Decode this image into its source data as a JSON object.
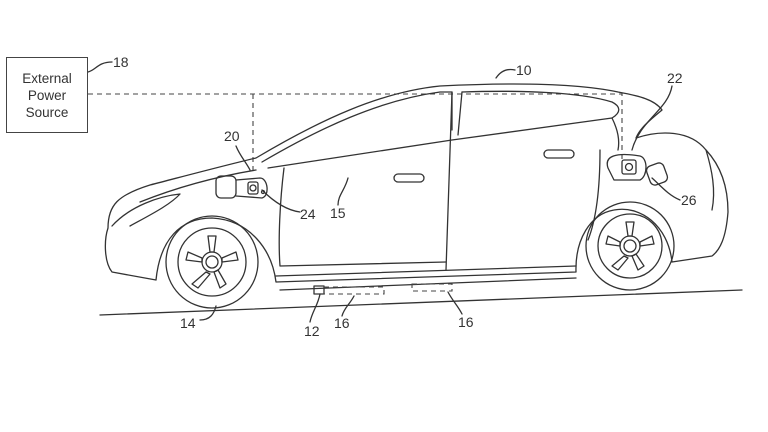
{
  "external_power_source": {
    "line1": "External",
    "line2": "Power",
    "line3": "Source"
  },
  "labels": {
    "vehicle": "10",
    "charging_system": "12",
    "wheel": "14",
    "passenger_cabin": "15",
    "charging_pad_front": "16",
    "charging_pad_rear": "16",
    "external_power_source": "18",
    "front_charge_port": "20",
    "rear_charge_port": "22",
    "front_receptacle": "24",
    "rear_receptacle": "26"
  }
}
